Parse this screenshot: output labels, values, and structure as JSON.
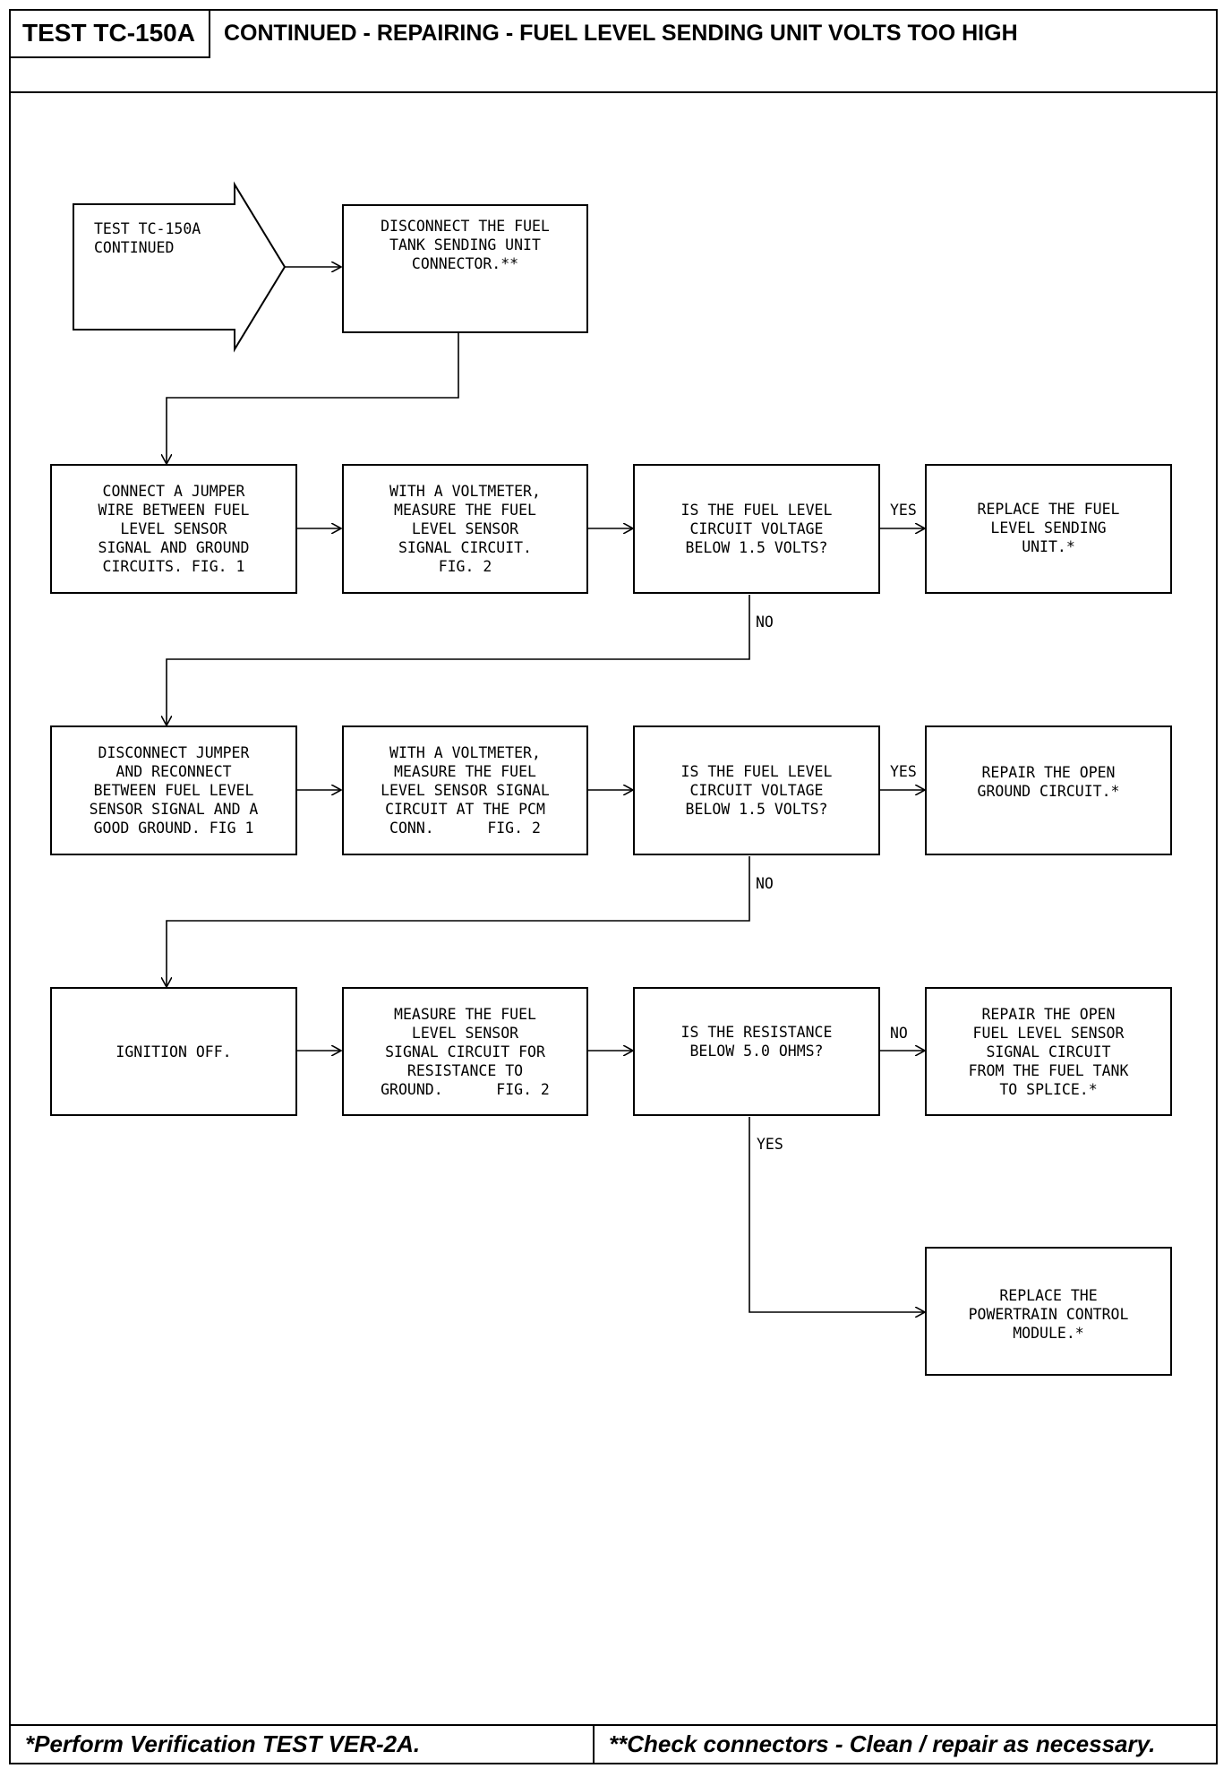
{
  "header": {
    "test_id": "TEST TC-150A",
    "title": "CONTINUED - REPAIRING - FUEL LEVEL SENDING UNIT VOLTS TOO HIGH"
  },
  "flow": {
    "start": "TEST TC-150A\nCONTINUED",
    "step1": "DISCONNECT THE FUEL\nTANK SENDING UNIT\nCONNECTOR.**",
    "row1": {
      "a": "CONNECT A JUMPER\nWIRE BETWEEN FUEL\nLEVEL SENSOR\nSIGNAL AND GROUND\nCIRCUITS. FIG. 1",
      "b": "WITH A VOLTMETER,\nMEASURE THE FUEL\nLEVEL SENSOR\nSIGNAL CIRCUIT.\nFIG. 2",
      "q": "IS THE FUEL LEVEL\nCIRCUIT VOLTAGE\nBELOW 1.5 VOLTS?",
      "r": "REPLACE THE FUEL\nLEVEL SENDING\nUNIT.*",
      "yes": "YES",
      "no": "NO"
    },
    "row2": {
      "a": "DISCONNECT JUMPER\nAND RECONNECT\nBETWEEN FUEL LEVEL\nSENSOR SIGNAL AND A\nGOOD GROUND. FIG 1",
      "b": "WITH A VOLTMETER,\nMEASURE THE FUEL\nLEVEL SENSOR SIGNAL\nCIRCUIT AT THE PCM\nCONN.      FIG. 2",
      "q": "IS THE FUEL LEVEL\nCIRCUIT VOLTAGE\nBELOW 1.5 VOLTS?",
      "r": "REPAIR THE OPEN\nGROUND CIRCUIT.*",
      "yes": "YES",
      "no": "NO"
    },
    "row3": {
      "a": "IGNITION OFF.",
      "b": "MEASURE THE FUEL\nLEVEL SENSOR\nSIGNAL CIRCUIT FOR\nRESISTANCE TO\nGROUND.      FIG. 2",
      "q": "IS THE RESISTANCE\nBELOW 5.0 OHMS?",
      "r": "REPAIR THE OPEN\nFUEL LEVEL SENSOR\nSIGNAL CIRCUIT\nFROM THE FUEL TANK\nTO SPLICE.*",
      "no": "NO",
      "yes": "YES"
    },
    "final": "REPLACE THE\nPOWERTRAIN CONTROL\nMODULE.*"
  },
  "footer": {
    "left": "*Perform Verification TEST VER-2A.",
    "right": "**Check connectors - Clean / repair as necessary."
  }
}
